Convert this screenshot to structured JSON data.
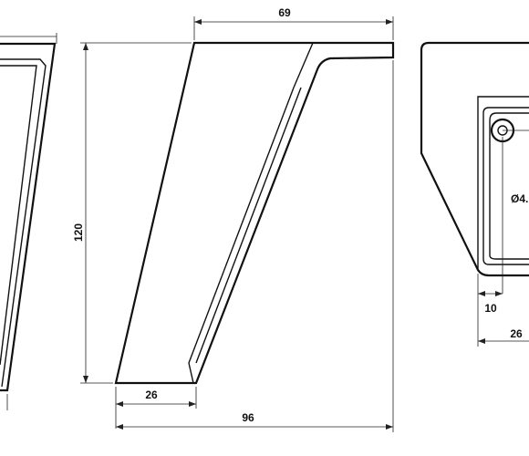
{
  "drawing": {
    "type": "technical-drawing",
    "views": [
      "side-view-left-partial",
      "front-view",
      "top-view-partial"
    ],
    "dimensions": {
      "top_width": "69",
      "height": "120",
      "bottom_width": "26",
      "overall_width": "96",
      "hole_diameter": "Ø4.",
      "plate_offset": "10",
      "plate_width": "26"
    }
  }
}
